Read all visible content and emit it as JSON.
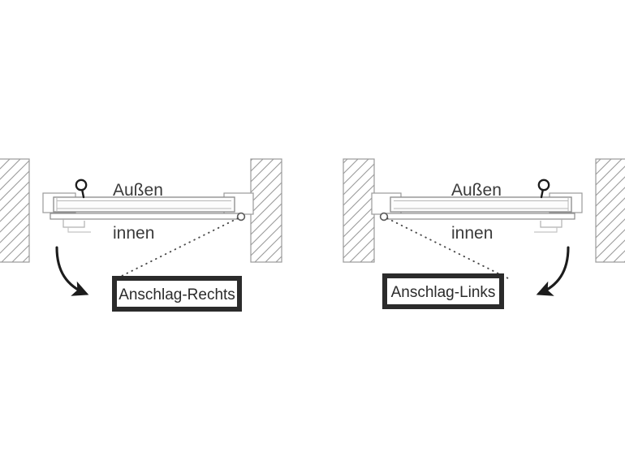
{
  "diagram": {
    "title": "Anschlag-Richtung Tuer",
    "background_color": "#ffffff",
    "line_color": "#8a8a8a",
    "dark_color": "#222222",
    "text_color": "#3a3a3a",
    "panels": [
      {
        "id": "left",
        "hinge_side": "right",
        "handle_side": "left",
        "labels": {
          "outside": "Außen",
          "inside": "innen",
          "callout": "Anschlag-Rechts"
        }
      },
      {
        "id": "right",
        "hinge_side": "left",
        "handle_side": "right",
        "labels": {
          "outside": "Außen",
          "inside": "innen",
          "callout": "Anschlag-Links"
        }
      }
    ]
  }
}
